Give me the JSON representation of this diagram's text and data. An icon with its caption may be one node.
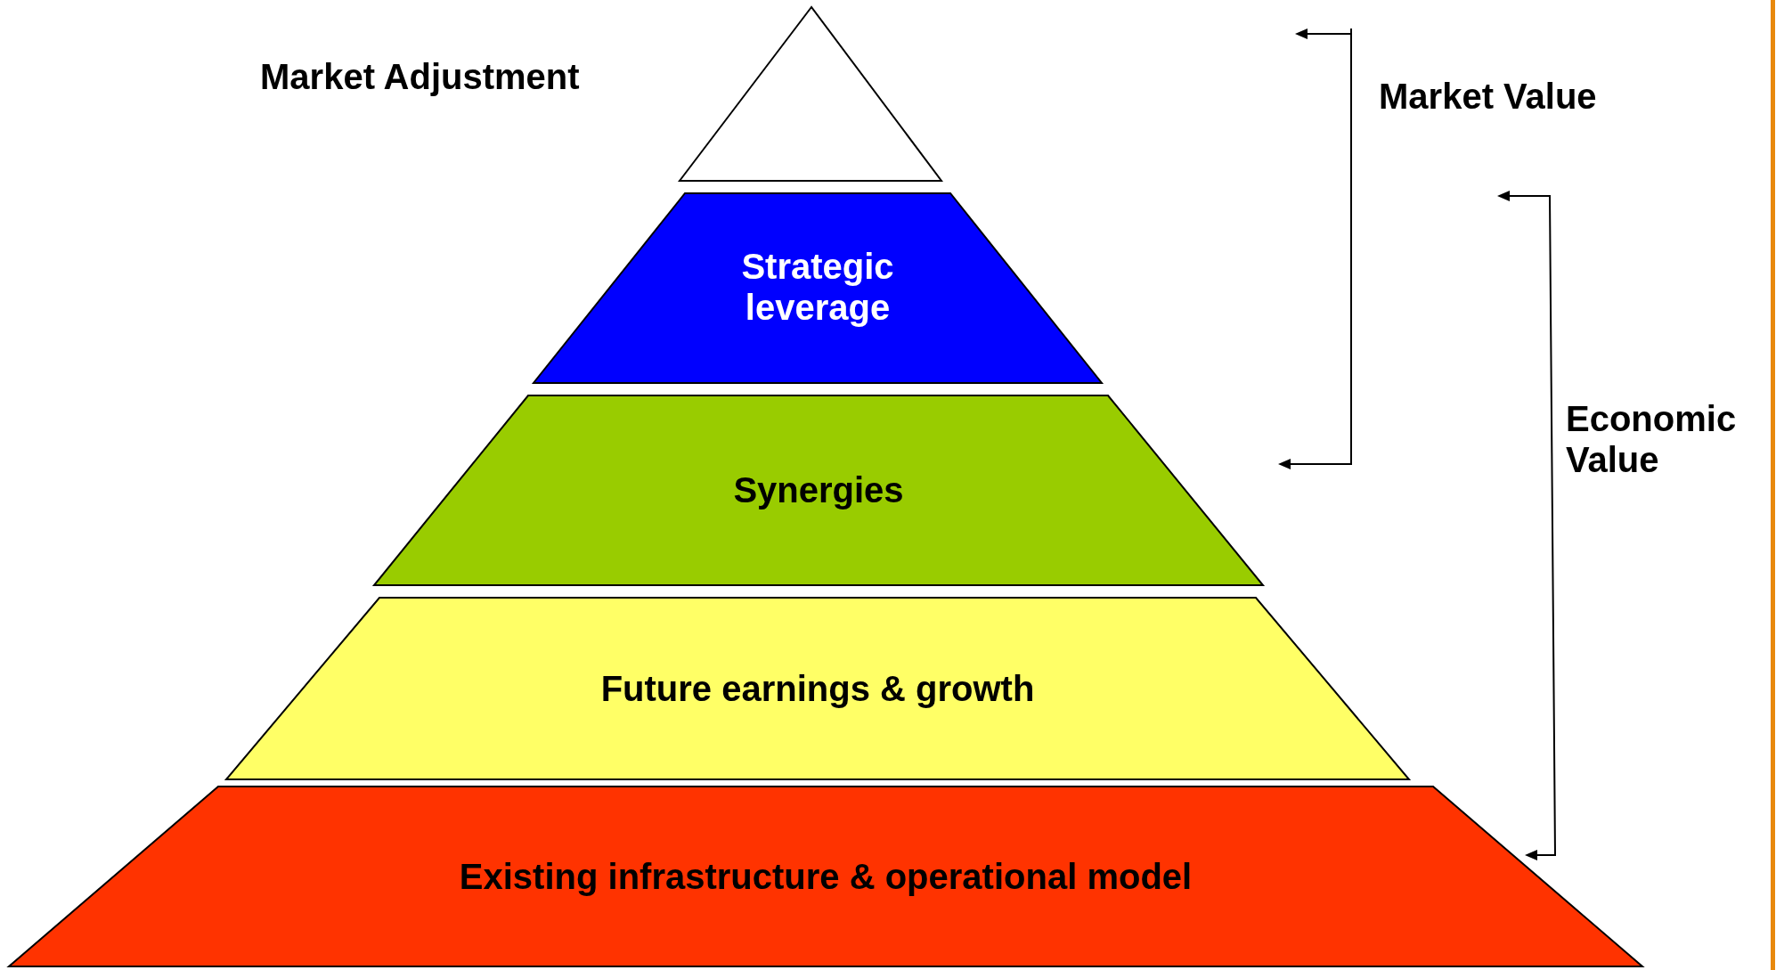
{
  "diagram": {
    "nodes": [
      {
        "text": [
          "Market Adjustment"
        ]
      },
      {
        "text": [
          "Strategic leverage"
        ]
      },
      {
        "text": [
          "Synergies"
        ]
      },
      {
        "text": [
          "Future earnings & growth"
        ]
      },
      {
        "text": [
          "Existing infrastructure & operational model"
        ]
      }
    ],
    "labels": [
      "Market Value",
      "Economic Value"
    ]
  }
}
